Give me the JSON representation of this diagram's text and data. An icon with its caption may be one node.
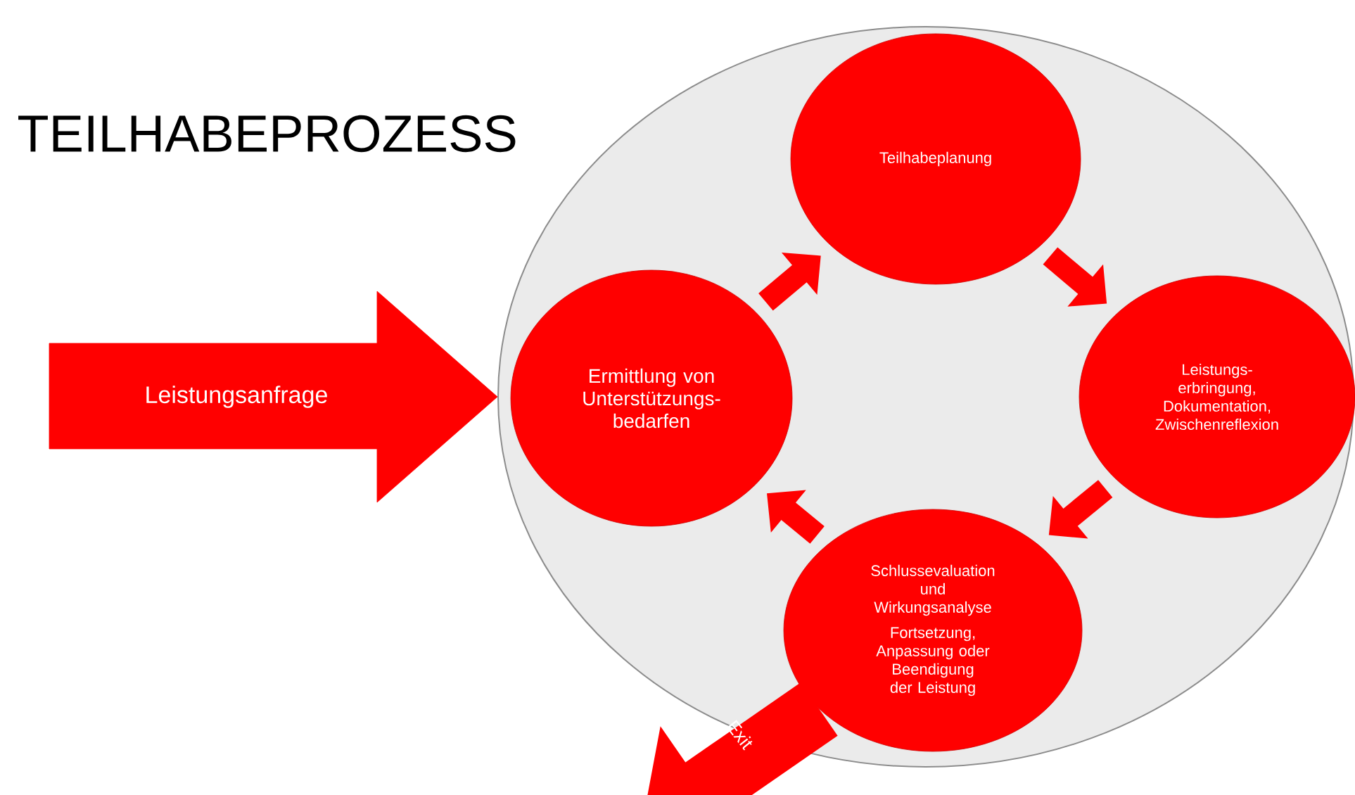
{
  "diagram": {
    "title": "TEILHABEPROZESS",
    "nodes": [
      {
        "text": [],
        "shape": "circle"
      },
      {
        "text": [
          "Ermittlung von Unterstützungs- bedarfen"
        ],
        "in": 0
      },
      {
        "text": [
          "Teilhabeplanung"
        ],
        "in": 0
      },
      {
        "text": [
          "Leistungs- erbringung, Dokumentation, Zwischenreflexion"
        ],
        "in": 0
      },
      {
        "text": [
          "Schlussevaluation und Wirkungsanalyse",
          "Fortsetzung, Anpassung oder Beendigung der Leistung"
        ],
        "in": 0
      }
    ],
    "edges": [
      {
        "from": null,
        "to": 0,
        "arrow": "to",
        "label": "Leistungsanfrage",
        "style": "thick"
      },
      {
        "from": 1,
        "to": 2,
        "arrow": "to"
      },
      {
        "from": 2,
        "to": 3,
        "arrow": "to"
      },
      {
        "from": 3,
        "to": 4,
        "arrow": "to"
      },
      {
        "from": 4,
        "to": 1,
        "arrow": "to"
      },
      {
        "from": 4,
        "to": null,
        "arrow": "to",
        "label": "Exit",
        "style": "thick"
      }
    ]
  }
}
